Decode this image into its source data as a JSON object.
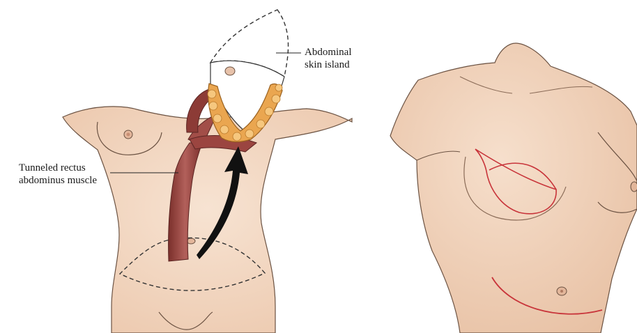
{
  "figure": {
    "panels": [
      {
        "id": "tram-flap-transfer",
        "callouts": [
          {
            "id": "skin",
            "lines": [
              "Abdominal",
              "skin island"
            ]
          },
          {
            "id": "rectus",
            "lines": [
              "Tunneled rectus",
              "abdominus muscle"
            ]
          }
        ]
      },
      {
        "id": "reconstruction-result",
        "callouts": []
      }
    ],
    "colors": {
      "skin": "#f3d9c4",
      "skin_shadow": "#e2b99e",
      "outline": "#5b4638",
      "muscle": "#8c3b36",
      "muscle_light": "#b2605a",
      "fat": "#e8a24a",
      "fat_light": "#f6c77e",
      "incision": "#c8343a",
      "arrow": "#111111",
      "dash": "#333333"
    }
  }
}
